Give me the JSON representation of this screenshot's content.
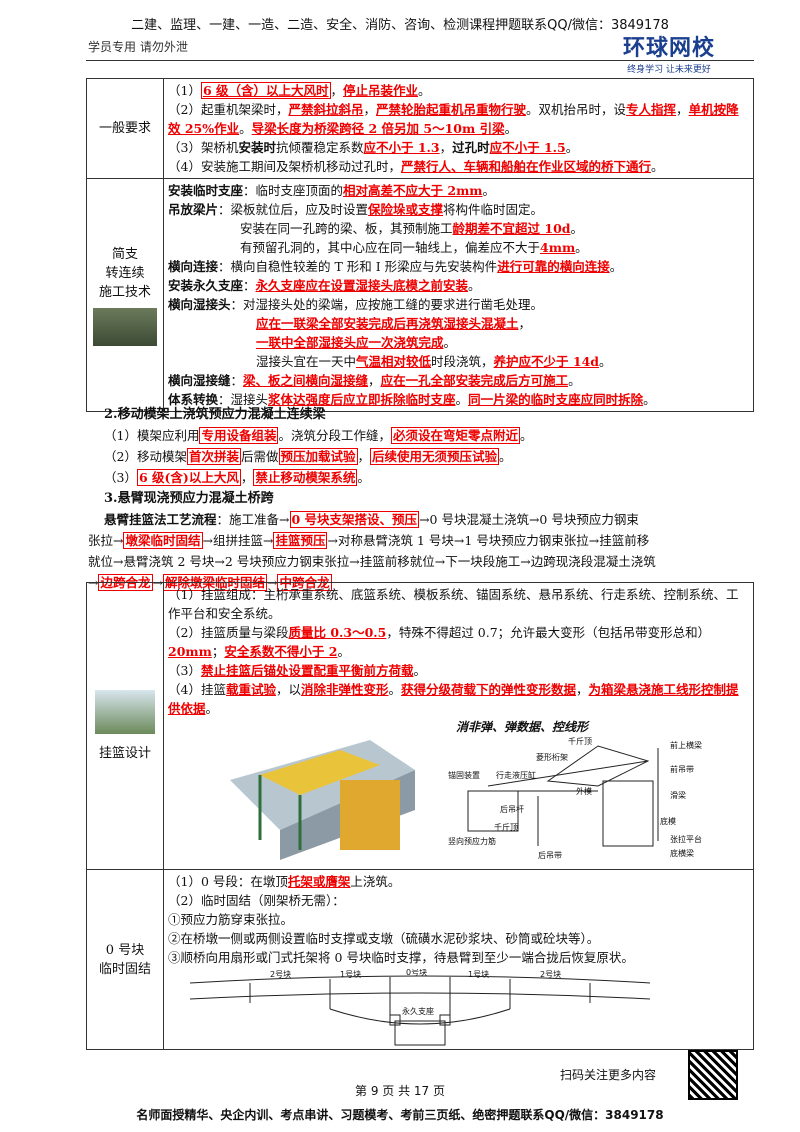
{
  "header": {
    "top": "二建、监理、一建、一造、二造、安全、消防、咨询、检测课程押题联系QQ/微信：3849178",
    "sub": "学员专用 请勿外泄",
    "logo": "环球网校",
    "logo_tag": "终身学习 让未来更好"
  },
  "table1": {
    "general_label": "一般要求",
    "g1a": "（1）",
    "g1b": "6 级（含）以上大风时",
    "g1c": "，",
    "g1d": "停止吊装作业",
    "g2a": "（2）起重机架梁时，",
    "g2b": "严禁斜拉斜吊",
    "g2c": "，",
    "g2d": "严禁轮胎起重机吊重物行驶",
    "g2e": "。双机抬吊时，设",
    "g2f": "专人指挥",
    "g2g": "，",
    "g2h": "单机按降效 25%作业",
    "g2i": "。",
    "g2j": "导梁长度为桥梁跨径 2 倍另加 5～10m 引梁",
    "g3a": "（3）架桥机",
    "g3b": "安装时",
    "g3c": "抗倾覆稳定系数",
    "g3d": "应不小于 1.3",
    "g3e": "，",
    "g3f": "过孔时",
    "g3g": "应不小于 1.5",
    "g4a": "（4）安装施工期间及架桥机移动过孔时，",
    "g4b": "严禁行人、车辆和船舶在作业区域的桥下通行",
    "simple_label_1": "简支",
    "simple_label_2": "转连续",
    "simple_label_3": "施工技术",
    "s1a": "安装临时支座",
    "s1b": "：临时支座顶面的",
    "s1c": "相对高差不应大于 2mm",
    "s2a": "吊放梁片",
    "s2b": "：梁板就位后，应及时设置",
    "s2c": "保险垛或支撑",
    "s2d": "将构件临时固定。",
    "s3a": "安装在同一孔跨的梁、板，其预制施工",
    "s3b": "龄期差不宜超过 10d",
    "s4a": "有预留孔洞的，其中心应在同一轴线上，偏差应不大于",
    "s4b": "4mm",
    "s5a": "横向连接",
    "s5b": "：横向自稳性较差的 T 形和 I 形梁应与先安装构件",
    "s5c": "进行可靠的横向连接",
    "s6a": "安装永久支座",
    "s6b": "：",
    "s6c": "永久支座应在设置湿接头底模之前安装",
    "s7a": "横向湿接头",
    "s7b": "：对湿接头处的梁端，应按施工缝的要求进行凿毛处理。",
    "s8": "应在一联梁全部安装完成后再浇筑湿接头混凝土",
    "s9": "一联中全部湿接头应一次浇筑完成",
    "s10a": "湿接头宜在一天中",
    "s10b": "气温相对较低",
    "s10c": "时段浇筑，",
    "s10d": "养护应不少于 14d",
    "s11a": "横向湿接缝",
    "s11b": "：",
    "s11c": "梁、板之间横向湿接缝",
    "s11d": "，",
    "s11e": "应在一孔全部安装完成后方可施工",
    "s12a": "体系转换",
    "s12b": "：湿接头",
    "s12c": "浆体达强度后应立即拆除临时支座",
    "s12d": "。",
    "s12e": "同一片梁的临时支座应同时拆除"
  },
  "sec2": {
    "title": "2.移动模架上浇筑预应力混凝土连续梁",
    "l1a": "（1）模架应利用",
    "l1b": "专用设备组装",
    "l1c": "。浇筑分段工作缝，",
    "l1d": "必须设在弯矩零点附近",
    "l2a": "（2）移动模架",
    "l2b": "首次拼装",
    "l2c": "后需做",
    "l2d": "预压加载试验",
    "l2e": "，",
    "l2f": "后续使用无须预压试验",
    "l3a": "（3）",
    "l3b": "6 级(含)以上大风",
    "l3c": "，",
    "l3d": "禁止移动模架系统"
  },
  "sec3": {
    "title": "3.悬臂现浇预应力混凝土桥跨",
    "p1a": "悬臂挂篮法工艺流程",
    "p1b": "：施工准备→",
    "p1c": "0 号块支架搭设、预压",
    "p1d": "→0 号块混凝土浇筑→0 号块预应力钢束",
    "p2a": "张拉→",
    "p2b": "墩梁临时固结",
    "p2c": "→组拼挂篮→",
    "p2d": "挂篮预压",
    "p2e": "→对称悬臂浇筑 1 号块→1 号块预应力钢束张拉→挂篮前移",
    "p3": "就位→悬臂浇筑 2 号块→2 号块预应力钢束张拉→挂篮前移就位→下一块段施工→边跨现浇段混凝土浇筑",
    "p4a": "→",
    "p4b": "边跨合龙",
    "p4c": "→",
    "p4d": "解除墩梁临时固结",
    "p4e": "→",
    "p4f": "中跨合龙"
  },
  "table2": {
    "basket_label": "挂篮设计",
    "b1": "（1）挂篮组成：主桁承重系统、底篮系统、模板系统、锚固系统、悬吊系统、行走系统、控制系统、工作平台和安全系统。",
    "b2a": "（2）挂篮质量与梁段",
    "b2b": "质量比 0.3～0.5",
    "b2c": "，特殊不得超过 0.7；允许最大变形（包括吊带变形总和）",
    "b2d": "20mm",
    "b2e": "；",
    "b2f": "安全系数不得小于 2",
    "b3a": "（3）",
    "b3b": "禁止挂篮后锚处设置配重平衡前方荷载",
    "b4a": "（4）挂篮",
    "b4b": "载重试验",
    "b4c": "，以",
    "b4d": "消除非弹性变形",
    "b4e": "。",
    "b4f": "获得分级荷载下的弹性变形数据",
    "b4g": "，",
    "b4h": "为箱梁悬浇施工线形控制提供依据",
    "diag_title": "消非弹、弹数据、控线形",
    "d_labels": [
      "千斤顶",
      "前上横梁",
      "菱形桁架",
      "锚固装置",
      "行走液压缸",
      "前吊带",
      "外模",
      "滑梁",
      "后吊杆",
      "千斤顶",
      "底模",
      "竖向预应力筋",
      "后吊带",
      "张拉平台",
      "底横梁"
    ],
    "block_label_1": "0 号块",
    "block_label_2": "临时固结",
    "k1a": "（1）0 号段：在墩顶",
    "k1b": "托架或膺架",
    "k1c": "上浇筑。",
    "k2": "（2）临时固结（刚架桥无需）：",
    "k3": "①预应力筋穿束张拉。",
    "k4": "②在桥墩一侧或两侧设置临时支撑或支墩（硫磺水泥砂浆块、砂筒或砼块等）。",
    "k5": "③顺桥向用扇形或门式托架将 0 号块临时支撑，待悬臂到至少一端合拢后恢复原状。",
    "seg_labels": [
      "2号块",
      "1号块",
      "0号块",
      "1号块",
      "2号块"
    ],
    "bearing": "永久支座"
  },
  "footer": {
    "scan": "扫码关注更多内容",
    "page": "第 9 页 共 17 页",
    "bottom": "名师面授精华、央企内训、考点串讲、习题模考、考前三页纸、绝密押题联系QQ/微信：3849178"
  }
}
